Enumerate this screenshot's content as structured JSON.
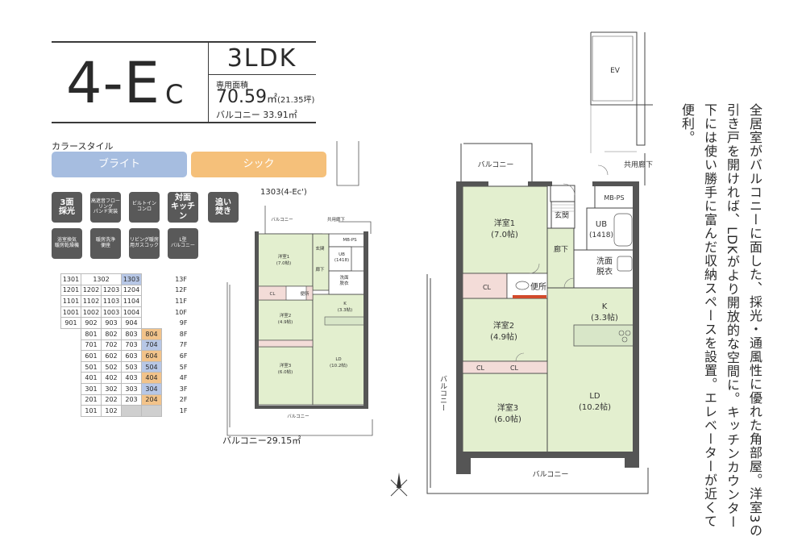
{
  "header": {
    "type_name": "4-E",
    "type_sub": "C",
    "layout": "3LDK",
    "area_label": "専用面積",
    "area_value": "70.59",
    "area_unit": "㎡",
    "area_tsubo": "(21.35坪)",
    "balcony_area": "バルコニー 33.91㎡"
  },
  "color_style": {
    "label": "カラースタイル",
    "options": [
      "ブライト",
      "シック"
    ],
    "colors": {
      "bright": "#a6bde0",
      "chic": "#f5c07a"
    }
  },
  "features": [
    "3面\n採光",
    "高遮音フローリング\nパンド実装",
    "ビルトイン\nコンロ",
    "対面\nキッチン",
    "追い\n焚き",
    "浴室換気\n暖房乾燥機",
    "暖房洗浄\n便座",
    "リビング暖房\n用ガスコック",
    "L型\nバルコニー"
  ],
  "floor_table": {
    "rows": [
      {
        "floor": "13F",
        "cells": [
          "1301",
          "1302",
          "1303"
        ],
        "highlight": 2,
        "color": "blue",
        "layout": "top"
      },
      {
        "floor": "12F",
        "cells": [
          "1201",
          "1202",
          "1203",
          "1204"
        ],
        "highlight": -1
      },
      {
        "floor": "11F",
        "cells": [
          "1101",
          "1102",
          "1103",
          "1104"
        ],
        "highlight": -1
      },
      {
        "floor": "10F",
        "cells": [
          "1001",
          "1002",
          "1003",
          "1004"
        ],
        "highlight": -1
      },
      {
        "floor": "9F",
        "cells": [
          "901",
          "902",
          "903",
          "904"
        ],
        "highlight": -1
      },
      {
        "floor": "8F",
        "cells": [
          "",
          "801",
          "802",
          "803",
          "804"
        ],
        "highlight": 4,
        "color": "orange"
      },
      {
        "floor": "7F",
        "cells": [
          "",
          "701",
          "702",
          "703",
          "704"
        ],
        "highlight": 4,
        "color": "blue"
      },
      {
        "floor": "6F",
        "cells": [
          "",
          "601",
          "602",
          "603",
          "604"
        ],
        "highlight": 4,
        "color": "orange"
      },
      {
        "floor": "5F",
        "cells": [
          "",
          "501",
          "502",
          "503",
          "504"
        ],
        "highlight": 4,
        "color": "blue"
      },
      {
        "floor": "4F",
        "cells": [
          "",
          "401",
          "402",
          "403",
          "404"
        ],
        "highlight": 4,
        "color": "orange"
      },
      {
        "floor": "3F",
        "cells": [
          "",
          "301",
          "302",
          "303",
          "304"
        ],
        "highlight": 4,
        "color": "blue"
      },
      {
        "floor": "2F",
        "cells": [
          "",
          "201",
          "202",
          "203",
          "204"
        ],
        "highlight": 4,
        "color": "orange"
      },
      {
        "floor": "1F",
        "cells": [
          "",
          "101",
          "102",
          "",
          ""
        ],
        "highlight": -1,
        "gray": [
          3,
          4
        ]
      }
    ]
  },
  "mini_plan": {
    "title": "1303(4-Ec')",
    "balcony_area": "バルコニー29.15㎡",
    "labels": {
      "balcony_top": "バルコニー",
      "shared_corridor": "共用廊下",
      "mbps": "MB-PS",
      "room1": "洋室1",
      "room1_size": "(7.0帖)",
      "entrance": "玄関",
      "ub": "UB",
      "ub_size": "(1418)",
      "corridor": "廊下",
      "washroom1": "洗面",
      "washroom2": "脱衣",
      "cl": "CL",
      "toilet": "便所",
      "room2": "洋室2",
      "room2_size": "(4.9帖)",
      "kitchen": "K",
      "kitchen_size": "(3.3帖)",
      "room3": "洋室3",
      "room3_size": "(6.0帖)",
      "ld": "LD",
      "ld_size": "(10.2帖)",
      "balcony_bottom": "バルコニー"
    }
  },
  "main_plan": {
    "labels": {
      "ev": "EV",
      "balcony_top": "バルコニー",
      "shared_corridor": "共用廊下",
      "mbps": "MB-PS",
      "room1": "洋室1",
      "room1_size": "(7.0帖)",
      "entrance": "玄関",
      "ub": "UB",
      "ub_size": "(1418)",
      "corridor": "廊下",
      "washroom1": "洗面",
      "washroom2": "脱衣",
      "cl": "CL",
      "toilet": "便所",
      "kitchen": "K",
      "kitchen_size": "(3.3帖)",
      "room2": "洋室2",
      "room2_size": "(4.9帖)",
      "cl2": "CL",
      "cl3": "CL",
      "room3": "洋室3",
      "room3_size": "(6.0帖)",
      "ld": "LD",
      "ld_size": "(10.2帖)",
      "balcony_side": "バルコニー",
      "balcony_bottom": "バルコニー"
    }
  },
  "feature_text": "全居室がバルコニーに面した、採光・通風性に優れた角部屋。洋室3の引き戸を開ければ、LDKがより開放的な空間に。キッチンカウンター下には使い勝手に富んだ収納スペースを設置。エレベーターが近くて便利。"
}
